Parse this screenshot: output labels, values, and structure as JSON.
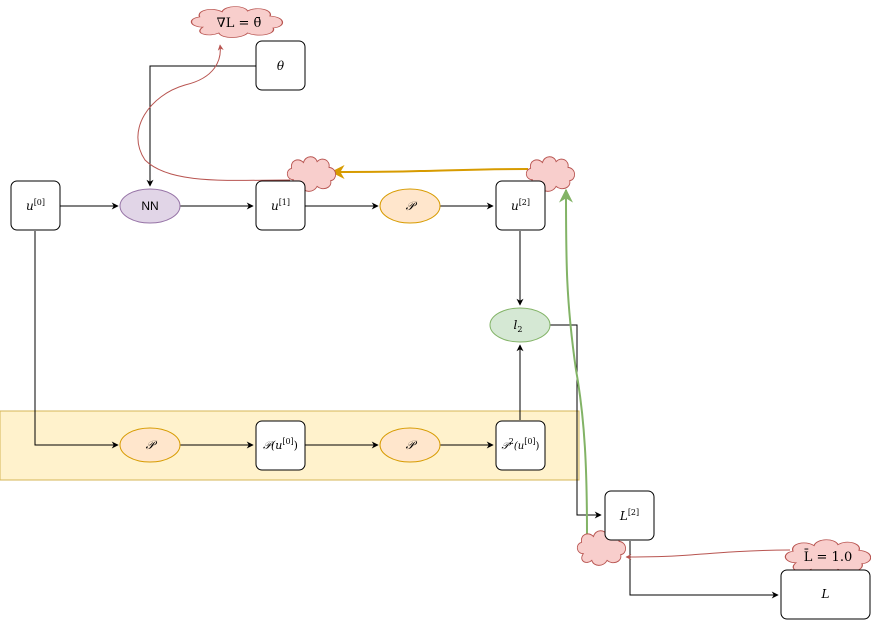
{
  "nodes": {
    "theta": {
      "label": "θ"
    },
    "u0": {
      "base": "u",
      "sup": "[0]"
    },
    "nn": {
      "label": "NN"
    },
    "u1": {
      "base": "u",
      "sup": "[1]"
    },
    "p_top": {
      "label": "𝒫"
    },
    "u2": {
      "base": "u",
      "sup": "[2]"
    },
    "l2": {
      "base": "l",
      "sub": "2"
    },
    "p_bottom_1": {
      "label": "𝒫"
    },
    "pu0": {
      "pre": "𝒫(u",
      "sup": "[0]",
      "post": ")"
    },
    "p_bottom_2": {
      "label": "𝒫"
    },
    "p2u0": {
      "pre": "𝒫",
      "sup1": "2",
      "mid": "(u",
      "sup2": "[0]",
      "post": ")"
    },
    "L2": {
      "base": "L",
      "sup": "[2]"
    },
    "L": {
      "label": "L"
    }
  },
  "clouds": {
    "grad": {
      "label": "∇L = θ̄"
    },
    "lbar": {
      "label": "L̄ = 1.0"
    }
  },
  "colors": {
    "nn_fill": "#e1d5e7",
    "nn_stroke": "#9673a6",
    "p_fill": "#ffe6cc",
    "p_stroke": "#d79b00",
    "l2_fill": "#d5e8d4",
    "l2_stroke": "#82b366",
    "cloud_fill": "#f8cecc",
    "cloud_stroke": "#b85450",
    "band_fill": "#fff2cc",
    "band_stroke": "#d6b656",
    "orange_arrow": "#d79b00",
    "green_arrow": "#82b366",
    "red_arrow": "#b85450"
  }
}
